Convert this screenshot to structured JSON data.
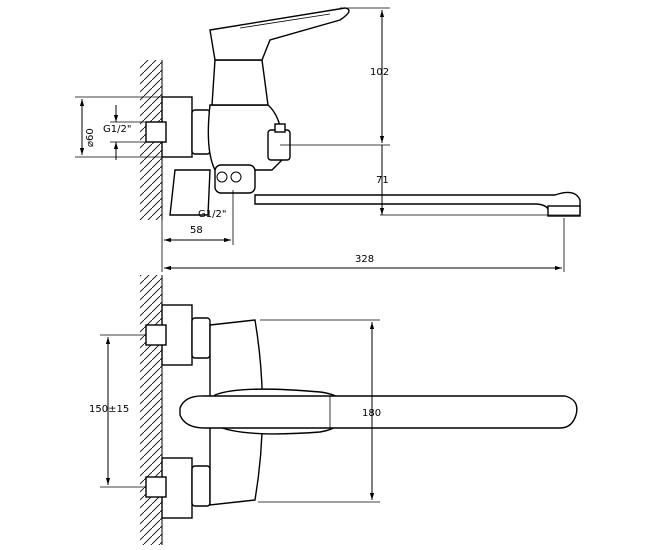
{
  "drawing": {
    "dimensions": {
      "height_top": "102",
      "diameter": "⌀60",
      "thread_upper": "G1/2\"",
      "thread_lower": "G1/2\"",
      "spout_height": "71",
      "wall_depth": "58",
      "total_length": "328",
      "center_distance": "150±15",
      "front_height": "180"
    }
  }
}
